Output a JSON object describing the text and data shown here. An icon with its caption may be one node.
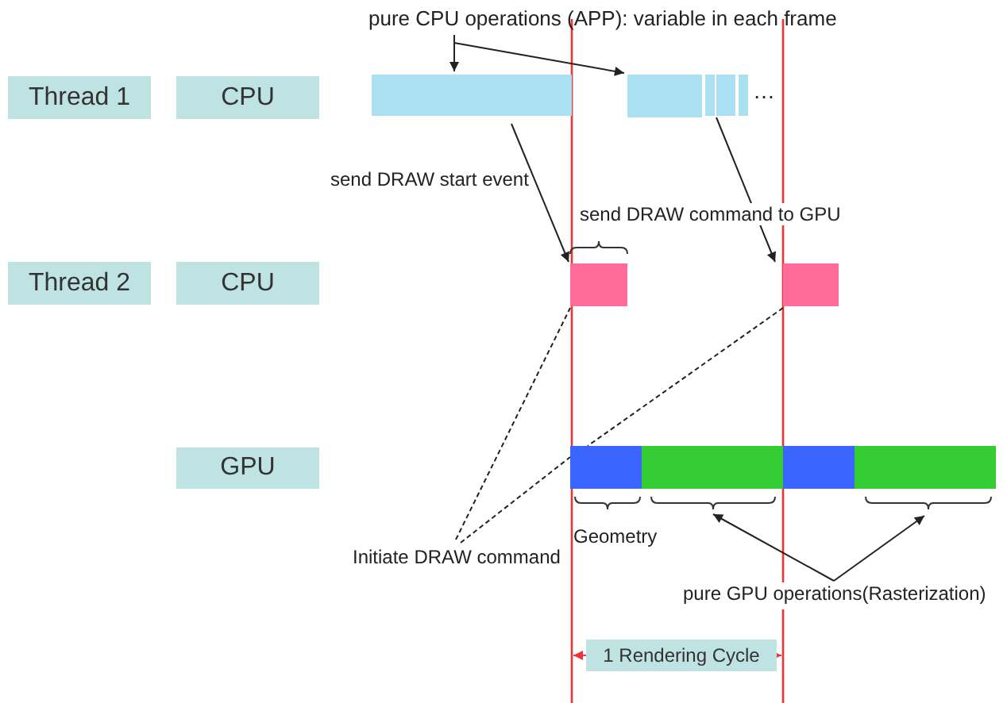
{
  "diagram": {
    "nodes": [
      {
        "text": [
          "pure CPU operations (APP): variable in each frame"
        ]
      },
      {
        "text": [
          "Thread 1"
        ]
      },
      {
        "text": [
          "CPU"
        ]
      },
      {
        "text": [],
        "shape": "bar"
      },
      {
        "text": [],
        "shape": "bar"
      },
      {
        "text": [],
        "shape": "bar"
      },
      {
        "text": [],
        "shape": "bar"
      },
      {
        "text": [],
        "shape": "bar"
      },
      {
        "text": [
          "Thread 2"
        ]
      },
      {
        "text": [
          "CPU"
        ]
      },
      {
        "text": [],
        "shape": "bar"
      },
      {
        "text": [],
        "shape": "bar"
      },
      {
        "text": [
          "GPU"
        ]
      },
      {
        "text": [],
        "shape": "bar"
      },
      {
        "text": [],
        "shape": "bar"
      },
      {
        "text": [],
        "shape": "bar"
      },
      {
        "text": [],
        "shape": "bar"
      },
      {
        "text": [
          "Initiate DRAW command"
        ]
      },
      {
        "text": [
          "pure GPU operations(Rasterization)"
        ]
      },
      {
        "text": [
          "1 Rendering Cycle"
        ]
      }
    ],
    "edges": [
      {
        "from": 0,
        "to": 3,
        "arrow": "to"
      },
      {
        "from": 0,
        "to": 4,
        "arrow": "to"
      },
      {
        "from": 3,
        "to": 10,
        "arrow": "to",
        "label": "send DRAW start event"
      },
      {
        "from": 6,
        "to": 11,
        "arrow": "to"
      },
      {
        "from": 17,
        "to": 10,
        "arrow": "none",
        "style": "dashed"
      },
      {
        "from": 17,
        "to": 13,
        "arrow": "none",
        "style": "dashed"
      },
      {
        "from": 11,
        "to": 13,
        "arrow": "none",
        "style": "dashed"
      },
      {
        "from": 18,
        "to": 14,
        "arrow": "to"
      },
      {
        "from": 18,
        "to": 16,
        "arrow": "to"
      }
    ],
    "labels": [
      "…",
      "send DRAW command to GPU",
      "Geometry"
    ]
  }
}
